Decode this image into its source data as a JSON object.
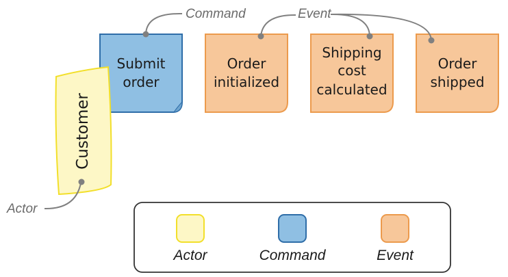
{
  "callouts": {
    "command": "Command",
    "event": "Event",
    "actor": "Actor"
  },
  "notes": {
    "submit_order": {
      "line1": "Submit",
      "line2": "order"
    },
    "order_initialized": {
      "line1": "Order",
      "line2": "initialized"
    },
    "shipping_cost_calculated": {
      "line1": "Shipping",
      "line2": "cost",
      "line3": "calculated"
    },
    "order_shipped": {
      "line1": "Order",
      "line2": "shipped"
    },
    "customer": {
      "label": "Customer"
    }
  },
  "legend": {
    "actor": "Actor",
    "command": "Command",
    "event": "Event"
  },
  "colors": {
    "actor_fill": "#fdf7c6",
    "actor_stroke": "#f2df2a",
    "command_fill": "#8fbfe3",
    "command_stroke": "#2e6da8",
    "event_fill": "#f7c79a",
    "event_stroke": "#ec9a4c",
    "connector": "#808080",
    "legend_border": "#333333"
  }
}
